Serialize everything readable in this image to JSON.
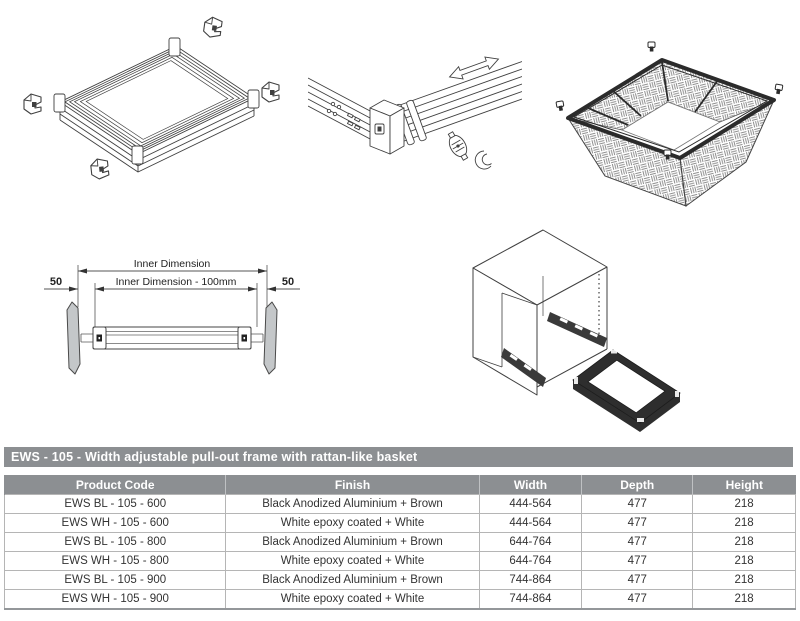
{
  "title_bar": {
    "text": "EWS - 105 - Width adjustable pull-out frame with rattan-like basket"
  },
  "table": {
    "columns": [
      "Product Code",
      "Finish",
      "Width",
      "Depth",
      "Height"
    ],
    "rows": [
      [
        "EWS BL - 105 - 600",
        "Black Anodized Aluminium + Brown",
        "444-564",
        "477",
        "218"
      ],
      [
        "EWS WH - 105 - 600",
        "White epoxy coated + White",
        "444-564",
        "477",
        "218"
      ],
      [
        "EWS BL - 105 - 800",
        "Black Anodized Aluminium + Brown",
        "644-764",
        "477",
        "218"
      ],
      [
        "EWS WH - 105 - 800",
        "White epoxy coated + White",
        "644-764",
        "477",
        "218"
      ],
      [
        "EWS BL - 105 - 900",
        "Black Anodized Aluminium + Brown",
        "744-864",
        "477",
        "218"
      ],
      [
        "EWS WH - 105 - 900",
        "White epoxy coated + White",
        "744-864",
        "477",
        "218"
      ]
    ]
  },
  "dimension_diagram": {
    "inner_dimension_label": "Inner Dimension",
    "inner_dimension_minus_label": "Inner Dimension - 100mm",
    "left_offset_label": "50",
    "right_offset_label": "50"
  },
  "colors": {
    "header_bg": "#8c8f92",
    "header_text": "#ffffff",
    "line_art": "#404040",
    "dark_frame": "#2e2e2e",
    "panel_fill": "#c4c7c9",
    "grid_border": "#b5b5b5"
  }
}
